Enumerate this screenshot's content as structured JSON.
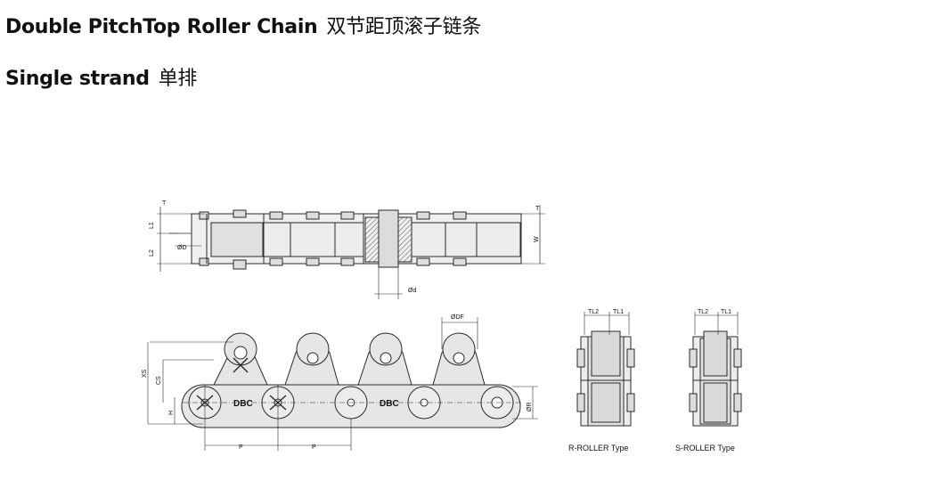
{
  "header": {
    "title_en": "Double PitchTop Roller Chain",
    "title_cn": "双节距顶滚子链条",
    "subtitle_en": "Single strand",
    "subtitle_cn": "单排"
  },
  "top_view": {
    "dims": {
      "t": "T",
      "l1": "L1",
      "l2": "L2",
      "d": "ØD",
      "w": "W",
      "dd": "Ød"
    }
  },
  "side_view": {
    "dims": {
      "xs": "XS",
      "cs": "CS",
      "h": "H",
      "p1": "P",
      "p2": "P",
      "df": "ØDF",
      "r": "ØR"
    },
    "plate_labels": [
      "DBC",
      "DBC"
    ]
  },
  "details": {
    "r_roller": {
      "tl2": "TL2",
      "tl1": "TL1",
      "caption": "R-ROLLER Type"
    },
    "s_roller": {
      "tl2": "TL2",
      "tl1": "TL1",
      "caption": "S-ROLLER Type"
    }
  },
  "colors": {
    "line": "#2a2a2a",
    "fill": "#e4e4e4",
    "hatch": "#555555"
  }
}
